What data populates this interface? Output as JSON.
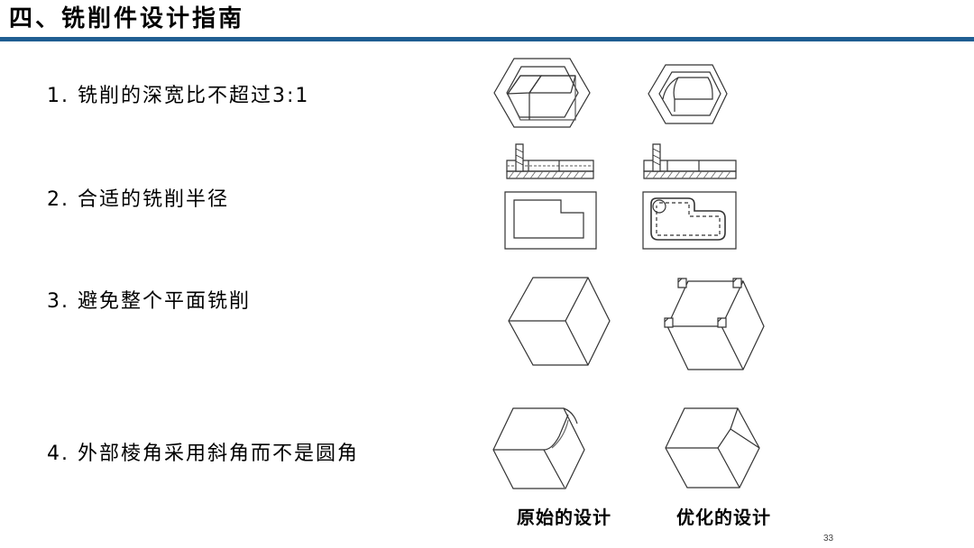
{
  "slide": {
    "title": "四、铣削件设计指南",
    "page_number": "33"
  },
  "guidelines": [
    {
      "label": "1. 铣削的深宽比不超过3:1"
    },
    {
      "label": "2. 合适的铣削半径"
    },
    {
      "label": "3. 避免整个平面铣削"
    },
    {
      "label": "4. 外部棱角采用斜角而不是圆角"
    }
  ],
  "captions": {
    "original": "原始的设计",
    "optimized": "优化的设计"
  }
}
